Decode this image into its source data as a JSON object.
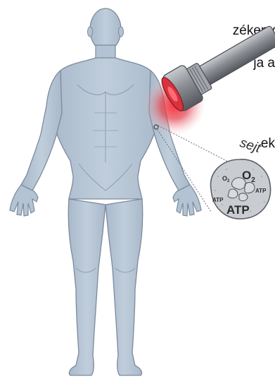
{
  "text_fragments": {
    "line_1": "zékeny",
    "line_2": "ja  a",
    "line_3": "ek"
  },
  "cell_label": "sejt",
  "cell_labels": {
    "o2_large": "O",
    "o2_large_sub": "2",
    "o2_small": "O",
    "o2_small_sub": "2",
    "atp_right": "ATP",
    "atp_left": "ATP",
    "atp_big": "ATP"
  },
  "colors": {
    "body_fill": "#b4c3d3",
    "body_outline": "#7b8a9c",
    "body_shadow": "#9aabbe",
    "laser_body": "#8c8f94",
    "laser_glow": "#e3404b",
    "cell_fill": "#c9ccd1",
    "cell_outline": "#5b5f66"
  }
}
